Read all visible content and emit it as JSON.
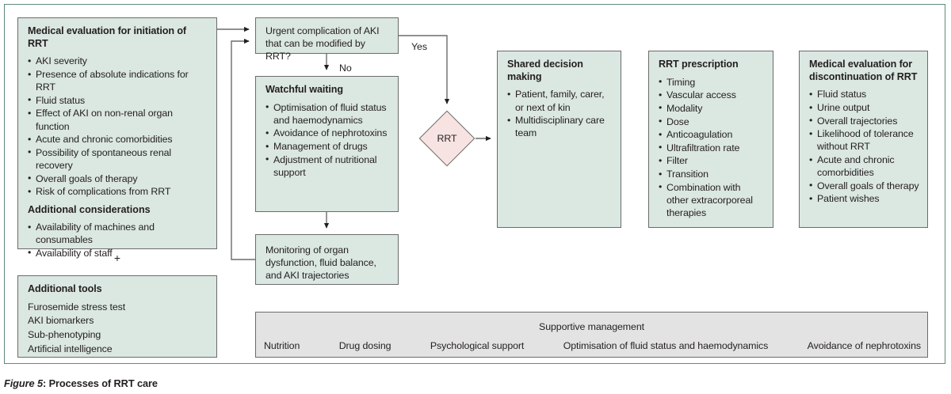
{
  "figure": {
    "label": "Figure 5",
    "caption": "Processes of RRT care"
  },
  "colors": {
    "box_fill_green": "#dbe7e1",
    "box_border": "#6b6b6b",
    "diamond_fill_pink": "#f7e3e1",
    "supportive_fill_gray": "#e3e3e3",
    "frame_border_green": "#5f8b78"
  },
  "boxes": {
    "initiation": {
      "title": "Medical evaluation for initiation of RRT",
      "items": [
        "AKI severity",
        "Presence of absolute indications for RRT",
        "Fluid status",
        "Effect of AKI on non-renal organ function",
        "Acute and chronic comorbidities",
        "Possibility of spontaneous renal recovery",
        "Overall goals of therapy",
        "Risk of complications from RRT"
      ],
      "subtitle": "Additional considerations",
      "sub_items": [
        "Availability of machines and consumables",
        "Availability of staff"
      ]
    },
    "plus": "+",
    "tools": {
      "title": "Additional tools",
      "items": [
        "Furosemide stress test",
        "AKI biomarkers",
        "Sub-phenotyping",
        "Artificial intelligence"
      ]
    },
    "urgent": {
      "text": "Urgent complication of AKI that can be modified by RRT?"
    },
    "watchful": {
      "title": "Watchful waiting",
      "items": [
        "Optimisation of fluid status and haemodynamics",
        "Avoidance of nephrotoxins",
        "Management of drugs",
        "Adjustment of nutritional support"
      ]
    },
    "monitoring": {
      "text": "Monitoring of organ dysfunction, fluid balance, and AKI trajectories"
    },
    "diamond": {
      "label": "RRT"
    },
    "shared": {
      "title": "Shared decision making",
      "items": [
        "Patient, family, carer, or next of kin",
        "Multidisciplinary care team"
      ]
    },
    "prescription": {
      "title": "RRT prescription",
      "items": [
        "Timing",
        "Vascular access",
        "Modality",
        "Dose",
        "Anticoagulation",
        "Ultrafiltration rate",
        "Filter",
        "Transition",
        "Combination with other extracorporeal therapies"
      ]
    },
    "discontinuation": {
      "title": "Medical evaluation for discontinuation of RRT",
      "items": [
        "Fluid status",
        "Urine output",
        "Overall trajectories",
        "Likelihood of tolerance without RRT",
        "Acute and chronic comorbidities",
        "Overall goals of therapy",
        "Patient wishes"
      ]
    },
    "supportive": {
      "title": "Supportive management",
      "items": [
        "Nutrition",
        "Drug dosing",
        "Psychological support",
        "Optimisation of fluid status and haemodynamics",
        "Avoidance of nephrotoxins"
      ]
    }
  },
  "edges": {
    "no_label": "No",
    "yes_label": "Yes"
  }
}
